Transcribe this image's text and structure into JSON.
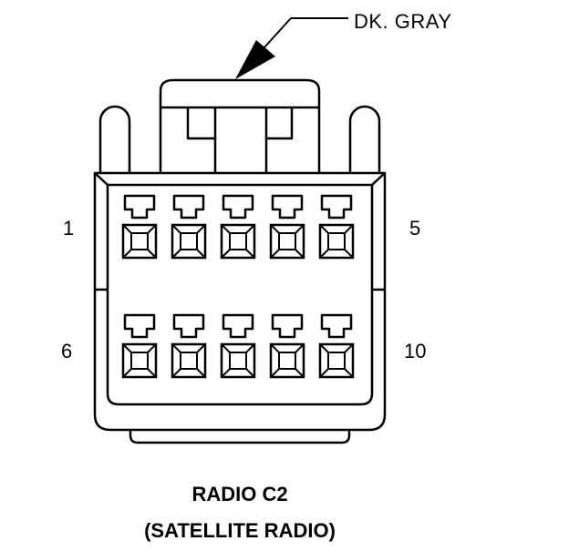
{
  "connector": {
    "wire_color_label": "DK. GRAY",
    "name": "RADIO C2",
    "description": "(SATELLITE RADIO)",
    "pin_labels": {
      "top_left": "1",
      "top_right": "5",
      "bottom_left": "6",
      "bottom_right": "10"
    },
    "rows": 2,
    "pins_per_row": 5
  }
}
